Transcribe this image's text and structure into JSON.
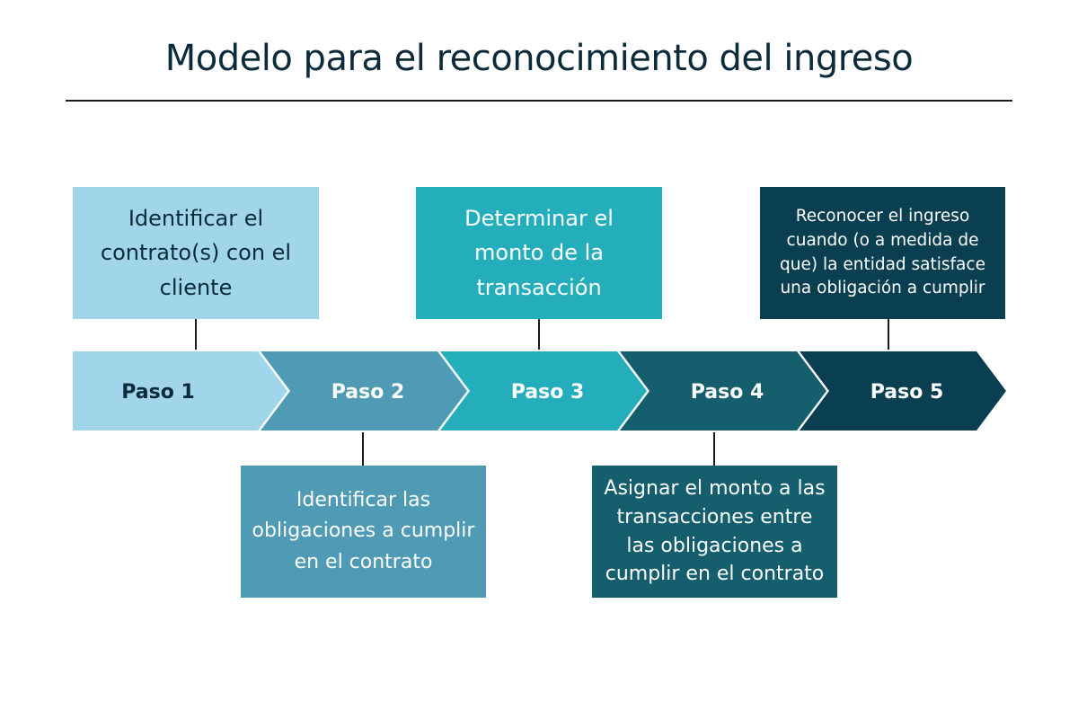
{
  "title": "Modelo para el reconocimiento del ingreso",
  "steps": [
    {
      "label": "Paso 1",
      "description": "Identificar el contrato(s) con el cliente",
      "position": "top",
      "color": "#a1d5ea",
      "text_color": "#0b2b3a"
    },
    {
      "label": "Paso 2",
      "description": "Identificar las obligaciones a cumplir en el contrato",
      "position": "bottom",
      "color": "#4f9bb5",
      "text_color": "#ffffff"
    },
    {
      "label": "Paso 3",
      "description": "Determinar el monto de la transacción",
      "position": "top",
      "color": "#24aebb",
      "text_color": "#ffffff"
    },
    {
      "label": "Paso 4",
      "description": "Asignar el monto a las transacciones entre las obligaciones a cumplir en el contrato",
      "position": "bottom",
      "color": "#145e6e",
      "text_color": "#ffffff"
    },
    {
      "label": "Paso 5",
      "description": "Reconocer el ingreso cuando (o a medida de que) la entidad satisface una obligación a cumplir",
      "position": "top",
      "color": "#0a3f52",
      "text_color": "#ffffff"
    }
  ]
}
